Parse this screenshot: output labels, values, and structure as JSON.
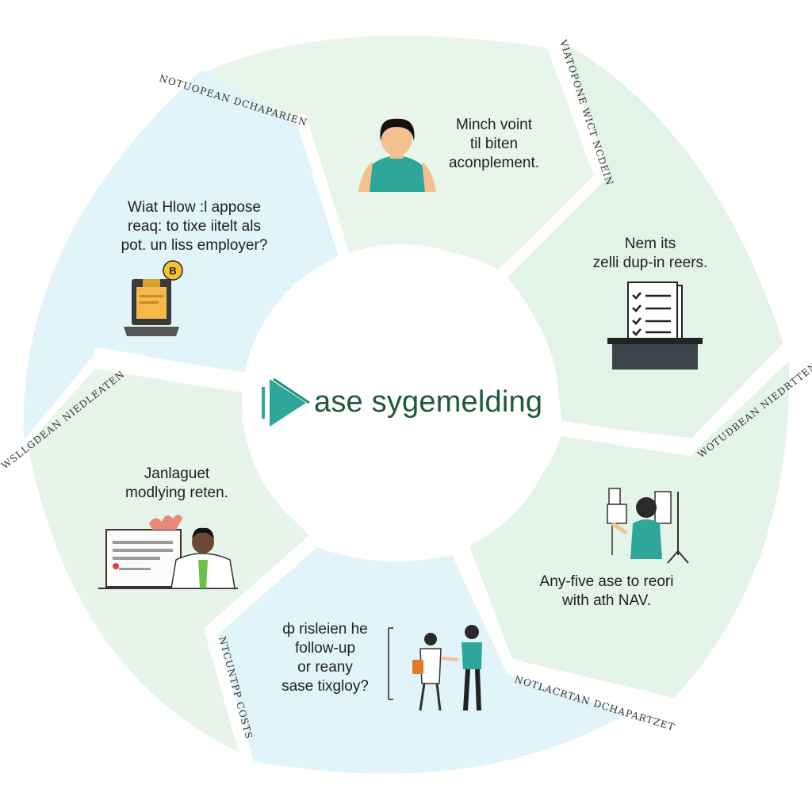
{
  "center": {
    "title": "ase sygemelding",
    "logo_icon": "play-arrow-logo-icon"
  },
  "segments": [
    {
      "id": "top",
      "lines": [
        "Minch voint",
        "til biten",
        "aconplement."
      ],
      "icon": "person-icon"
    },
    {
      "id": "right",
      "lines": [
        "Nem its",
        "zelli dup-in reers."
      ],
      "icon": "checklist-document-icon"
    },
    {
      "id": "bottom-right",
      "lines": [
        "Any-five ase to reori",
        "with ath NAV."
      ],
      "icon": "person-at-screen-icon"
    },
    {
      "id": "bottom",
      "lines": [
        "ф risleien he",
        "follow-up",
        "or reany",
        "sase tixgloy?"
      ],
      "icon": "doctor-patient-icon"
    },
    {
      "id": "left",
      "lines": [
        "Janlaguet",
        "modlying reten."
      ],
      "icon": "doctor-report-icon"
    },
    {
      "id": "top-left",
      "lines": [
        "Wiat Hlow :l appose",
        "reaq: to tixe iitelt als",
        "pot. un liss employer?"
      ],
      "icon": "laptop-document-icon"
    }
  ],
  "edge_labels": [
    "NOTUOPEAN  DCHAPARIEN",
    "VIATOPONE WICT  NCDEIN",
    "WOTUDBEAN  NIEDRTTENIAN",
    "NOTLACRTAN  DCHAPARTZET",
    "NTCUNTPP COSTS",
    "WSLLGDEAN  NIEDLEATEN"
  ],
  "colors": {
    "segment_green": "#e6f4ea",
    "segment_blue": "#e3f5fb",
    "teal": "#2ea79a",
    "brand_green": "#1c5a3a"
  }
}
